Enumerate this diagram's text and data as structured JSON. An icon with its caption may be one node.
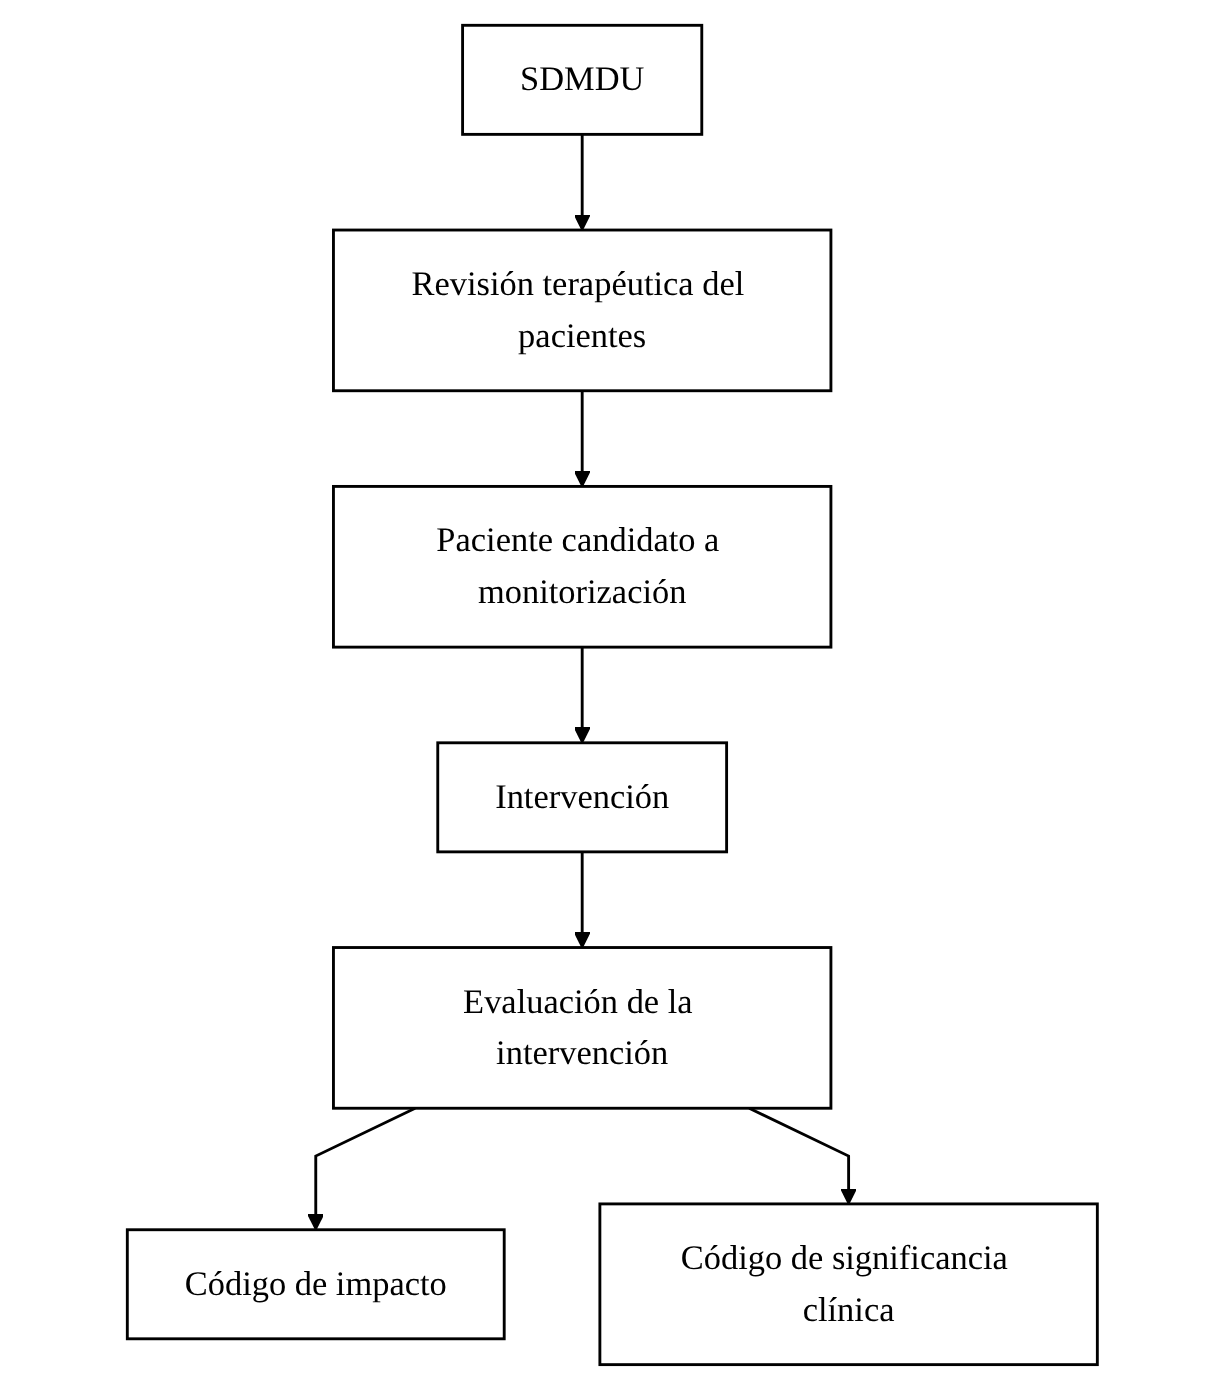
{
  "diagram": {
    "nodes": [
      {
        "text": [
          "SDMDU"
        ]
      },
      {
        "text": [
          "Revisión terapéutica del pacientes"
        ]
      },
      {
        "text": [
          "Paciente candidato a monitorización"
        ]
      },
      {
        "text": [
          "Intervención"
        ]
      },
      {
        "text": [
          "Evaluación de la intervención"
        ]
      },
      {
        "text": [
          "Código de impacto"
        ]
      },
      {
        "text": [
          "Código de significancia clínica"
        ]
      }
    ],
    "edges": [
      {
        "from": 0,
        "to": 1,
        "arrow": "to"
      },
      {
        "from": 1,
        "to": 2,
        "arrow": "to"
      },
      {
        "from": 2,
        "to": 3,
        "arrow": "to"
      },
      {
        "from": 3,
        "to": 4,
        "arrow": "to"
      },
      {
        "from": 4,
        "to": 5,
        "arrow": "to"
      },
      {
        "from": 4,
        "to": 6,
        "arrow": "to"
      }
    ]
  }
}
